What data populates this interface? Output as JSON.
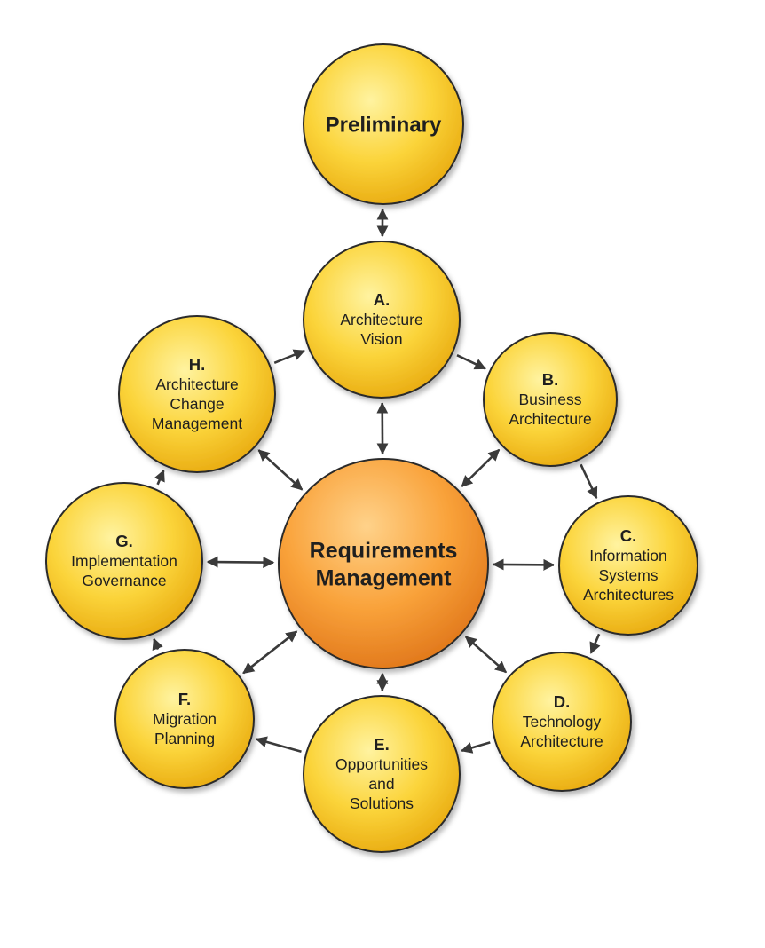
{
  "diagram": {
    "nodes": [
      {
        "id": "preliminary",
        "lines": [
          "Preliminary"
        ],
        "bold_lines": [
          0
        ],
        "kind": "outer"
      },
      {
        "id": "a",
        "lines": [
          "A.",
          "Architecture",
          "Vision"
        ],
        "bold_lines": [
          0
        ],
        "kind": "phase"
      },
      {
        "id": "b",
        "lines": [
          "B.",
          "Business",
          "Architecture"
        ],
        "bold_lines": [
          0
        ],
        "kind": "phase"
      },
      {
        "id": "c",
        "lines": [
          "C.",
          "Information",
          "Systems",
          "Architectures"
        ],
        "bold_lines": [
          0
        ],
        "kind": "phase"
      },
      {
        "id": "d",
        "lines": [
          "D.",
          "Technology",
          "Architecture"
        ],
        "bold_lines": [
          0
        ],
        "kind": "phase"
      },
      {
        "id": "e",
        "lines": [
          "E.",
          "Opportunities",
          "and",
          "Solutions"
        ],
        "bold_lines": [
          0
        ],
        "kind": "phase"
      },
      {
        "id": "f",
        "lines": [
          "F.",
          "Migration",
          "Planning"
        ],
        "bold_lines": [
          0
        ],
        "kind": "phase"
      },
      {
        "id": "g",
        "lines": [
          "G.",
          "Implementation",
          "Governance"
        ],
        "bold_lines": [
          0
        ],
        "kind": "phase"
      },
      {
        "id": "h",
        "lines": [
          "H.",
          "Architecture",
          "Change",
          "Management"
        ],
        "bold_lines": [
          0
        ],
        "kind": "phase"
      },
      {
        "id": "req",
        "lines": [
          "Requirements",
          "Management"
        ],
        "bold_lines": [
          0,
          1
        ],
        "kind": "center"
      }
    ],
    "edges": [
      {
        "from": "preliminary",
        "to": "a",
        "bidirectional": true
      },
      {
        "from": "a",
        "to": "b",
        "bidirectional": false
      },
      {
        "from": "b",
        "to": "c",
        "bidirectional": false
      },
      {
        "from": "c",
        "to": "d",
        "bidirectional": false
      },
      {
        "from": "d",
        "to": "e",
        "bidirectional": false
      },
      {
        "from": "e",
        "to": "f",
        "bidirectional": false
      },
      {
        "from": "f",
        "to": "g",
        "bidirectional": false
      },
      {
        "from": "g",
        "to": "h",
        "bidirectional": false
      },
      {
        "from": "h",
        "to": "a",
        "bidirectional": false
      },
      {
        "from": "req",
        "to": "a",
        "bidirectional": true
      },
      {
        "from": "req",
        "to": "b",
        "bidirectional": true
      },
      {
        "from": "req",
        "to": "c",
        "bidirectional": true
      },
      {
        "from": "req",
        "to": "d",
        "bidirectional": true
      },
      {
        "from": "req",
        "to": "e",
        "bidirectional": true
      },
      {
        "from": "req",
        "to": "f",
        "bidirectional": true
      },
      {
        "from": "req",
        "to": "g",
        "bidirectional": true
      },
      {
        "from": "req",
        "to": "h",
        "bidirectional": true
      }
    ],
    "colors": {
      "phase_fill_light": "#fff3a0",
      "phase_fill_mid": "#fbd43a",
      "phase_fill_dark": "#e8a90f",
      "center_fill_light": "#ffd28a",
      "center_fill_mid": "#f9a23a",
      "center_fill_dark": "#e0761a",
      "outline": "#2a2a2a",
      "arrow": "#3a3a3a"
    }
  }
}
